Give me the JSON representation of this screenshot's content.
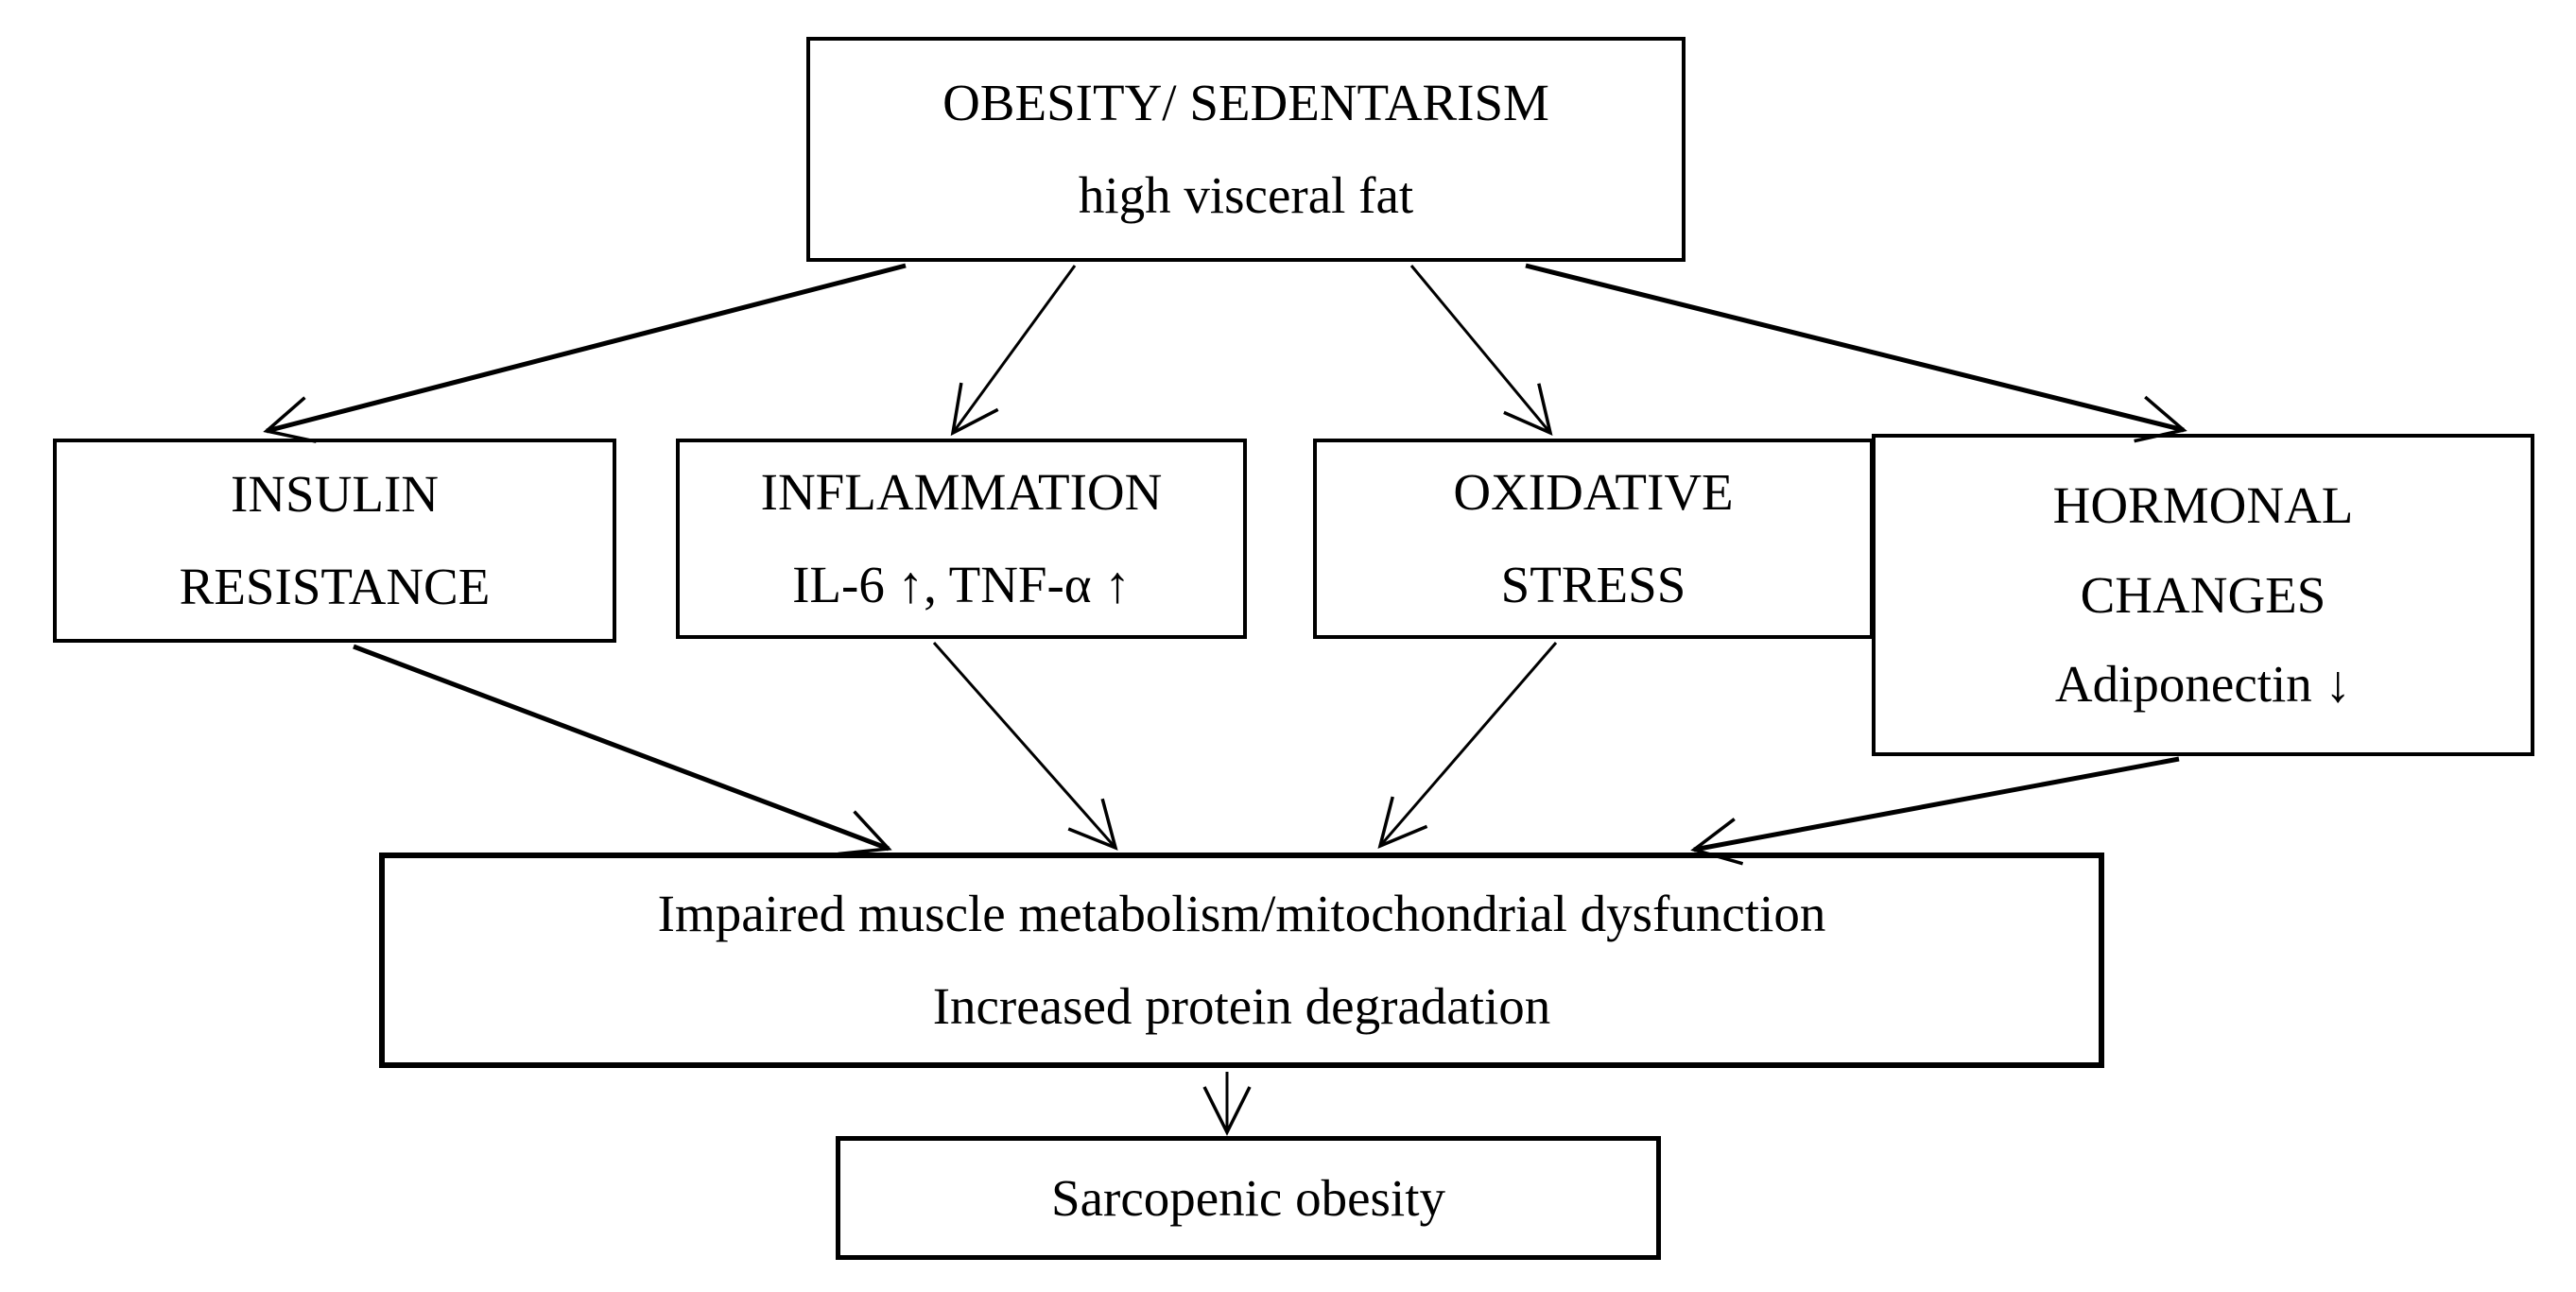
{
  "figure": {
    "title": "Pathways from obesity/sedentarism to sarcopenic obesity",
    "colors": {
      "background": "#ffffff",
      "line": "#000000",
      "text": "#000000"
    },
    "nodes": {
      "obesity": {
        "lines": [
          "OBESITY/ SEDENTARISM",
          "high visceral fat"
        ]
      },
      "insulin": {
        "lines": [
          "INSULIN",
          "RESISTANCE"
        ]
      },
      "inflammation": {
        "lines": [
          "INFLAMMATION",
          "IL-6 ↑, TNF-α ↑"
        ]
      },
      "oxidative": {
        "lines": [
          "OXIDATIVE",
          "STRESS"
        ]
      },
      "hormonal": {
        "lines": [
          "HORMONAL",
          "CHANGES",
          "Adiponectin ↓"
        ]
      },
      "impaired": {
        "lines": [
          "Impaired muscle metabolism/mitochondrial dysfunction",
          "Increased protein degradation"
        ]
      },
      "sarcopenic": {
        "lines": [
          "Sarcopenic obesity"
        ]
      }
    },
    "edges": [
      {
        "from": "obesity",
        "to": "insulin"
      },
      {
        "from": "obesity",
        "to": "inflammation"
      },
      {
        "from": "obesity",
        "to": "oxidative"
      },
      {
        "from": "obesity",
        "to": "hormonal"
      },
      {
        "from": "insulin",
        "to": "impaired"
      },
      {
        "from": "inflammation",
        "to": "impaired"
      },
      {
        "from": "oxidative",
        "to": "impaired"
      },
      {
        "from": "hormonal",
        "to": "impaired"
      },
      {
        "from": "impaired",
        "to": "sarcopenic"
      }
    ]
  }
}
